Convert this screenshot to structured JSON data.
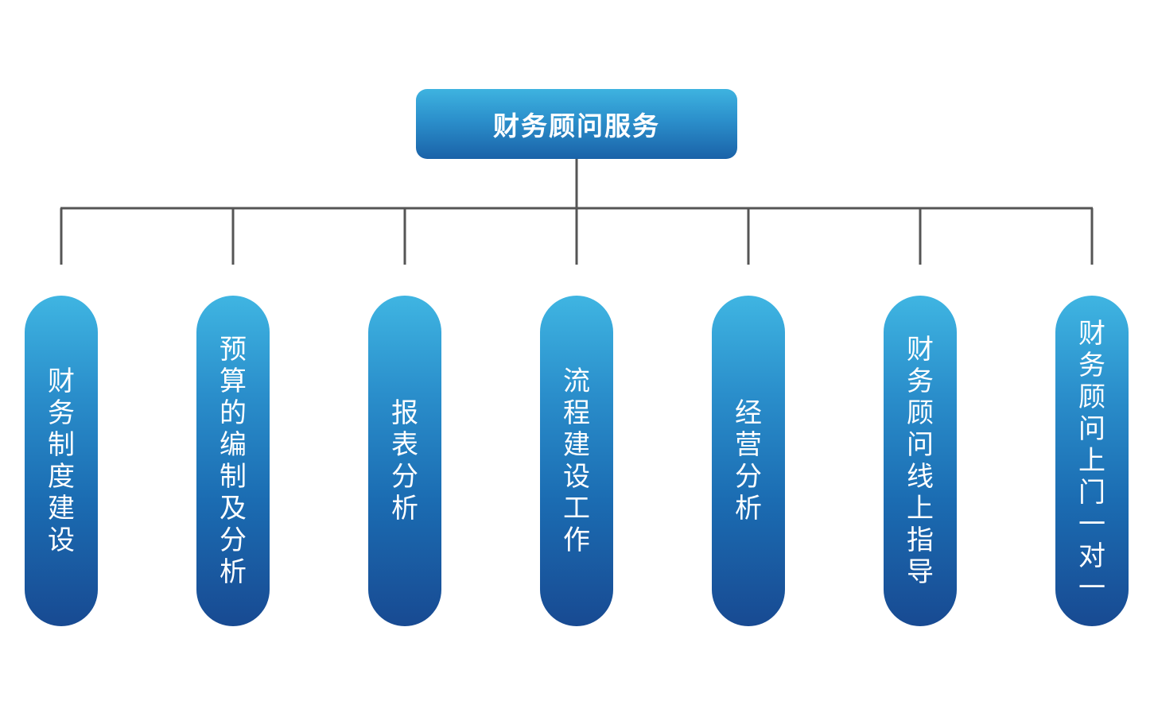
{
  "root": {
    "label": "财务顾问服务"
  },
  "children": [
    {
      "label": "财务制度建设"
    },
    {
      "label": "预算的编制及分析"
    },
    {
      "label": "报表分析"
    },
    {
      "label": "流程建设工作"
    },
    {
      "label": "经营分析"
    },
    {
      "label": "财务顾问线上指导"
    },
    {
      "label": "财务顾问上门一对一"
    }
  ],
  "colors": {
    "box_top": "#3fb5e2",
    "box_bottom": "#184a92",
    "connector": "#555555",
    "text": "#ffffff"
  }
}
